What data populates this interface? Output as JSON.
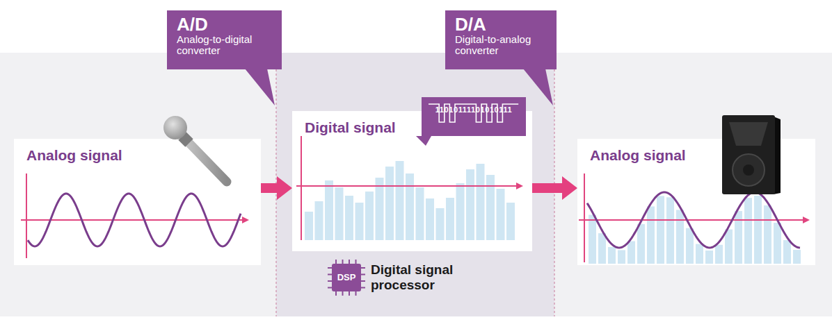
{
  "diagram": {
    "nodes": [
      {
        "text": [
          "A/D",
          "Analog-to-digital converter"
        ]
      },
      {
        "text": [
          "D/A",
          "Digital-to-analog converter"
        ]
      },
      {
        "text": [
          "Analog signal"
        ]
      },
      {
        "text": [
          "Digital signal"
        ]
      },
      {
        "text": [
          "11010111101010111"
        ],
        "in": 3
      },
      {
        "text": [
          "DSP",
          "Digital signal processor"
        ]
      },
      {
        "text": [
          "Analog signal"
        ]
      }
    ],
    "edges": [
      {
        "from": 2,
        "to": 3,
        "arrow": "to"
      },
      {
        "from": 3,
        "to": 6,
        "arrow": "to"
      }
    ]
  }
}
